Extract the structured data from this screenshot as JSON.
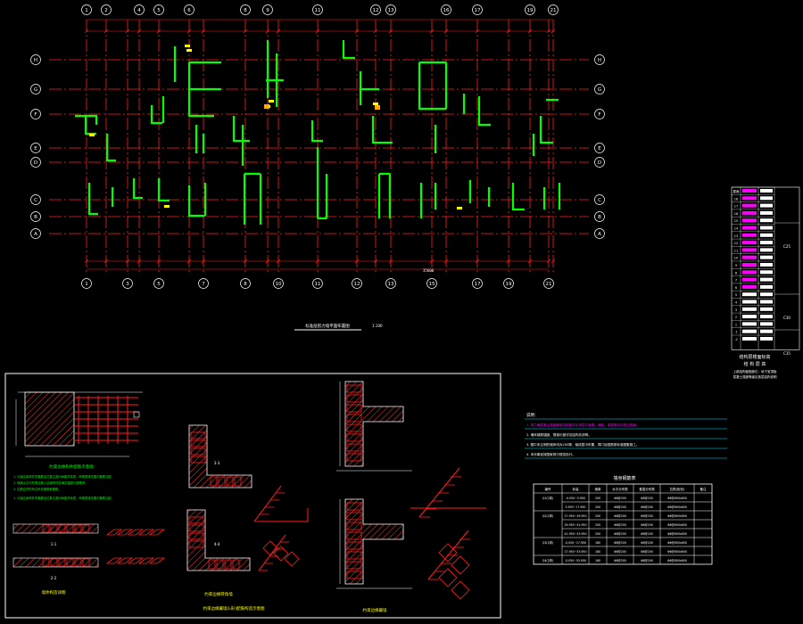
{
  "drawing": {
    "plan_title": "标准层剪力墙平面布置图",
    "plan_scale": "1:100",
    "overall_dimension": "35600"
  },
  "axes": {
    "top": [
      "1",
      "2",
      "4",
      "5",
      "6",
      "8",
      "9",
      "11",
      "12",
      "13",
      "16",
      "17",
      "19",
      "21"
    ],
    "bottom": [
      "1",
      "3",
      "5",
      "7",
      "8",
      "10",
      "11",
      "12",
      "13",
      "15",
      "17",
      "19",
      "21"
    ],
    "left": [
      "H",
      "G",
      "F",
      "E",
      "D",
      "C",
      "B",
      "A"
    ],
    "right": [
      "H",
      "G",
      "F",
      "E",
      "D",
      "C",
      "B",
      "A"
    ]
  },
  "legend": {
    "title": "结构层楼面标高",
    "subtitle": "结 构 层 高",
    "note_line1": "上部结构嵌固部位：地下室顶板",
    "note_line2": "混凝土强度等级见各层结构说明",
    "floors": [
      "屋面",
      "18",
      "17",
      "16",
      "15",
      "14",
      "13",
      "12",
      "11",
      "10",
      "9",
      "8",
      "7",
      "6",
      "5",
      "4",
      "3",
      "2",
      "1",
      "-1",
      "-2"
    ],
    "groups": [
      "C25",
      "C30",
      "C35"
    ]
  },
  "notes": {
    "heading": "说明：",
    "items": [
      "1. 剪力墙混凝土强度等级及配筋详见本层平面图，墙柱、梁配筋详见相应图纸。",
      "2. 墙体钢筋锚固、搭接长度详见结构总说明。",
      "3. 图中未注明的墙体均为200厚，轴线居中布置，洞口加强筋按标准图集施工。",
      "4. 未尽事宜按国家现行规范执行。"
    ]
  },
  "rebar_table": {
    "title": "墙身钢筋表",
    "headers": [
      "编号",
      "标高",
      "墙厚",
      "水平分布筋",
      "垂直分布筋",
      "拉筋(矩形)",
      "备注"
    ],
    "rows": [
      [
        "Q1(2排)",
        "-0.050~5.950",
        "200",
        "Φ8@200",
        "Φ8@200",
        "Φ6@600x600",
        ""
      ],
      [
        "",
        "5.950~17.950",
        "200",
        "Φ8@200",
        "Φ8@200",
        "Φ6@600x600",
        ""
      ],
      [
        "Q2(2排)",
        "17.950~29.950",
        "200",
        "Φ8@200",
        "Φ8@200",
        "Φ6@600x600",
        ""
      ],
      [
        "",
        "29.950~41.950",
        "200",
        "Φ8@200",
        "Φ8@200",
        "Φ6@600x600",
        ""
      ],
      [
        "",
        "41.950~53.950",
        "200",
        "Φ8@200",
        "Φ8@200",
        "Φ6@600x600",
        ""
      ],
      [
        "Q3(2排)",
        "-0.050~17.950",
        "180",
        "Φ8@200",
        "Φ8@200",
        "Φ6@600x600",
        ""
      ],
      [
        "",
        "17.950~53.950",
        "180",
        "Φ8@200",
        "Φ8@200",
        "Φ6@600x600",
        ""
      ],
      [
        "Q4(2排)",
        "-0.050~53.950",
        "160",
        "Φ8@200",
        "Φ8@200",
        "Φ6@600x600",
        ""
      ]
    ]
  },
  "details": {
    "detail_a_title": "约束边缘构件配筋示意图",
    "detail_a_notes": [
      "1. 约束边缘构件的箍筋及拉筋沿竖向间距同本表，纵筋搭接范围内箍筋加密。",
      "2. 墙体水平分布筋应伸入边缘构件并满足锚固长度要求。",
      "3. 拉筋应同时勾住纵向钢筋和箍筋。"
    ],
    "detail_b_title": "墙体构造详图",
    "detail_c_title": "约束边缘翼墙(L形)配筋构造示意图",
    "detail_d_title": "约束边缘转角墙",
    "detail_e_title": "约束边缘翼墙",
    "section_1": "1-1",
    "section_2": "2-2",
    "section_3": "3-3",
    "section_4": "4-4"
  },
  "colors": {
    "grid": "#ff2020",
    "wall": "#00ff00",
    "text": "#ffffff",
    "label": "#ffff00",
    "frame": "#ffffff",
    "accent": "#ff00ff",
    "cyan": "#00e5ff"
  }
}
